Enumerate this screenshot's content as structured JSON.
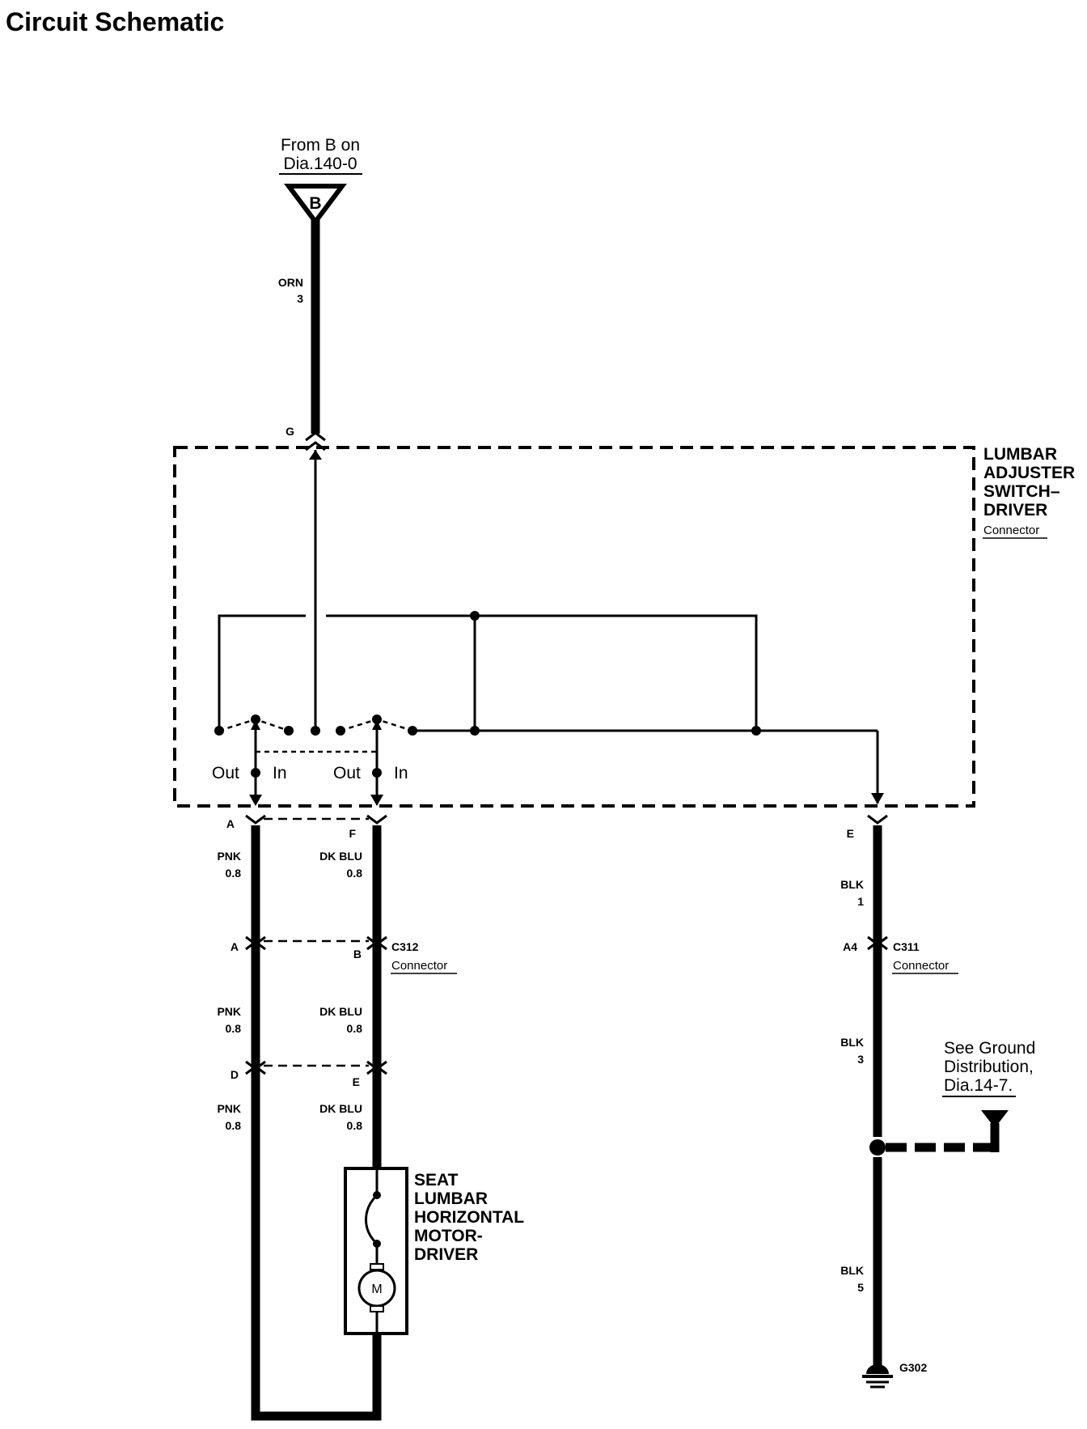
{
  "title": "Circuit Schematic",
  "from_ref": {
    "line1": "From B on",
    "line2": "Dia.140-0",
    "letter": "B"
  },
  "switch": {
    "name": [
      "LUMBAR",
      "ADJUSTER",
      "SWITCH–",
      "DRIVER"
    ],
    "sub": "Connector",
    "pins": {
      "top": "G",
      "left": "A",
      "mid": "F",
      "right": "E"
    },
    "positions": [
      "Out",
      "In",
      "Out",
      "In"
    ]
  },
  "wires": {
    "orn": {
      "color": "ORN",
      "size": "3"
    },
    "pnk": {
      "color": "PNK",
      "size": "0.8"
    },
    "dkblu": {
      "color": "DK BLU",
      "size": "0.8"
    },
    "blk1": {
      "color": "BLK",
      "size": "1"
    },
    "blk3": {
      "color": "BLK",
      "size": "3"
    },
    "blk5": {
      "color": "BLK",
      "size": "5"
    }
  },
  "c312": {
    "name": "C312",
    "sub": "Connector",
    "pin_a": "A",
    "pin_b": "B"
  },
  "c311": {
    "name": "C311",
    "sub": "Connector",
    "pin": "A4"
  },
  "lower_conn": {
    "pin_d": "D",
    "pin_e": "E"
  },
  "motor": {
    "name": [
      "SEAT",
      "LUMBAR",
      "HORIZONTAL",
      "MOTOR-",
      "DRIVER"
    ],
    "symbol": "M"
  },
  "ground_ref": {
    "line1": "See Ground",
    "line2": "Distribution,",
    "line3": "Dia.14-7."
  },
  "ground": {
    "name": "G302"
  }
}
